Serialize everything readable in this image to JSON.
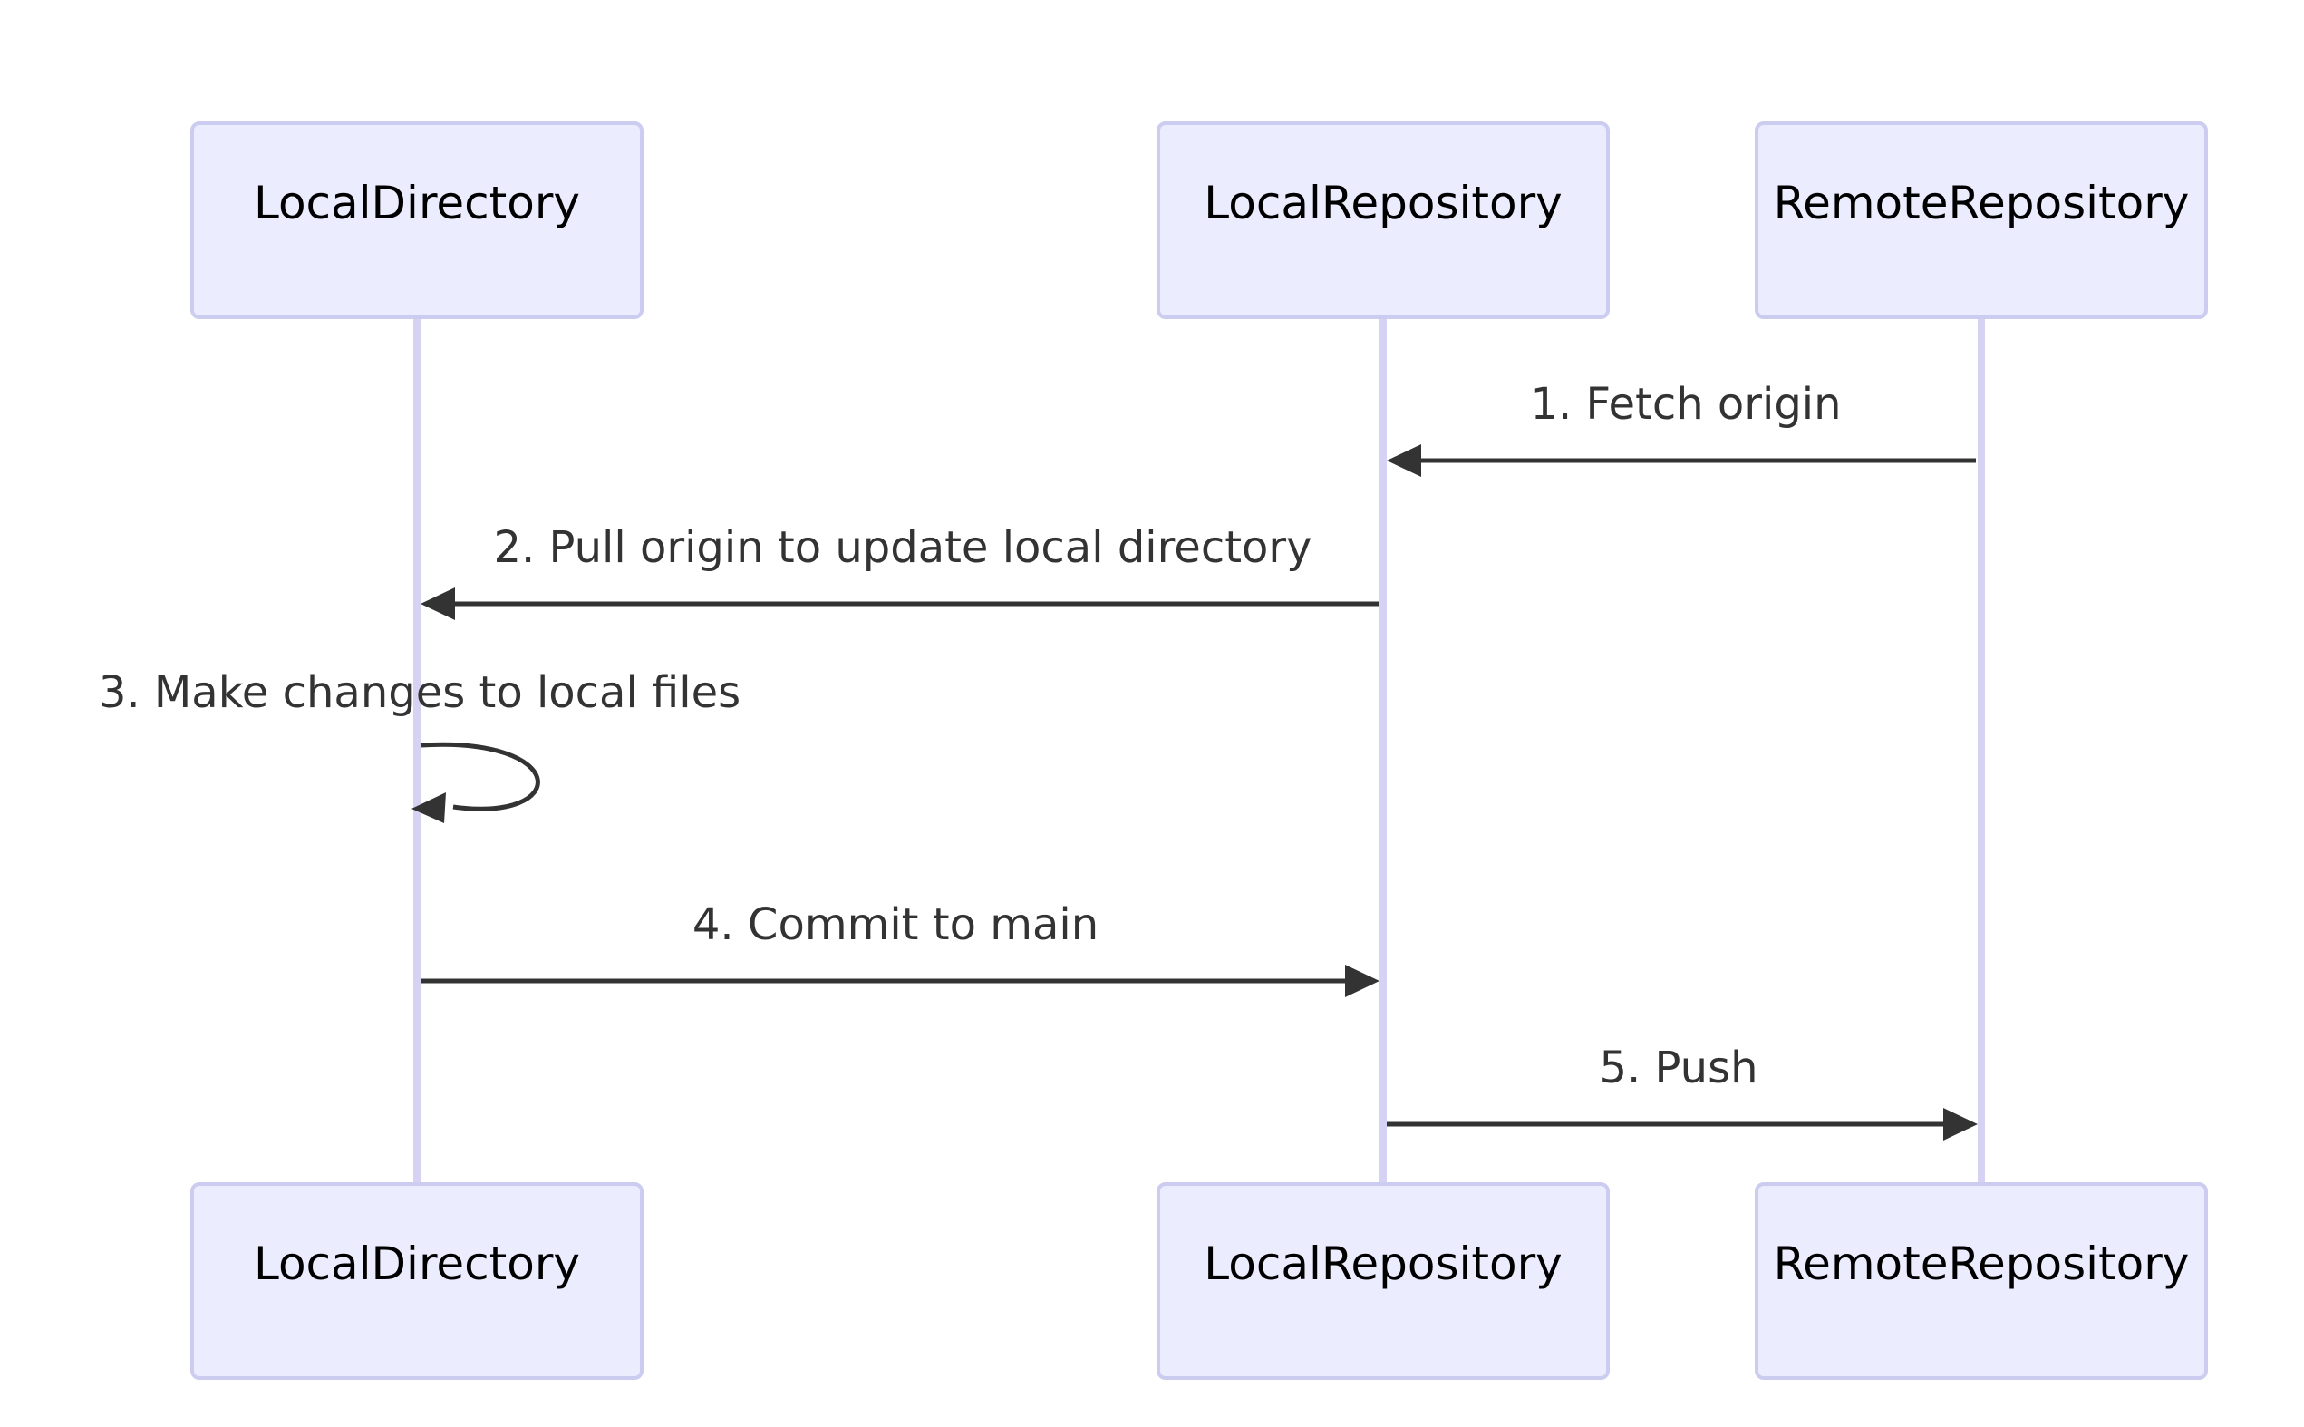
{
  "diagram": {
    "actors": [
      {
        "id": "local_directory",
        "label": "LocalDirectory"
      },
      {
        "id": "local_repository",
        "label": "LocalRepository"
      },
      {
        "id": "remote_repository",
        "label": "RemoteRepository"
      }
    ],
    "messages": [
      {
        "from": "remote_repository",
        "to": "local_repository",
        "label": "1. Fetch origin"
      },
      {
        "from": "local_repository",
        "to": "local_directory",
        "label": "2. Pull origin to update local directory"
      },
      {
        "from": "local_directory",
        "to": "local_directory",
        "label": "3. Make changes to local files"
      },
      {
        "from": "local_directory",
        "to": "local_repository",
        "label": "4. Commit to main"
      },
      {
        "from": "local_repository",
        "to": "remote_repository",
        "label": "5. Push"
      }
    ]
  },
  "colors": {
    "actor_fill": "#ECECFF",
    "actor_border": "#CCCCF0",
    "lifeline": "#D6D2F4",
    "message": "#333333",
    "background": "#FFFFFF"
  }
}
